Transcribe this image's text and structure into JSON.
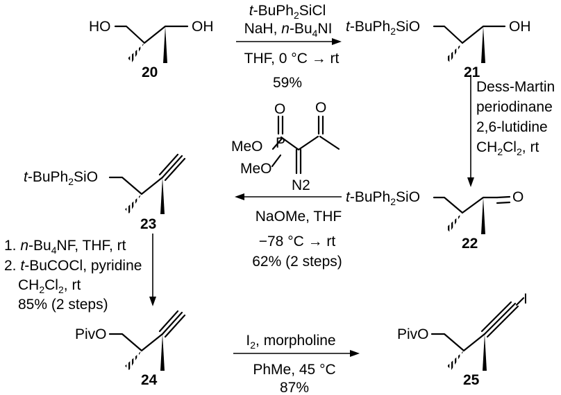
{
  "compounds": {
    "c20": {
      "number": "20",
      "left_group": "HO",
      "right_group": "OH"
    },
    "c21": {
      "number": "21",
      "left_group": "t-BuPh2SiO",
      "right_group": "OH"
    },
    "c22": {
      "number": "22",
      "left_group": "t-BuPh2SiO",
      "right_group": "O"
    },
    "c23": {
      "number": "23",
      "left_group": "t-BuPh2SiO"
    },
    "c24": {
      "number": "24",
      "left_group": "PivO"
    },
    "c25": {
      "number": "25",
      "left_group": "PivO",
      "terminal_atom": "I"
    }
  },
  "reagent_structure": {
    "phosphorus": "P",
    "oxo_on_p": "O",
    "methoxy_1": "MeO",
    "methoxy_2": "MeO",
    "ketone_oxygen": "O",
    "diazo": "N2"
  },
  "steps": {
    "step1": {
      "reagents_1": "t-BuPh2SiCl",
      "reagents_2": "NaH, n-Bu4NI",
      "conditions": "THF, 0 °C → rt",
      "yield": "59%"
    },
    "step2": {
      "line1": "Dess-Martin",
      "line2": "periodinane",
      "line3": "2,6-lutidine",
      "line4": "CH2Cl2, rt"
    },
    "step3": {
      "line1": "NaOMe, THF",
      "line2": "−78 °C → rt",
      "line3": "62% (2 steps)"
    },
    "step4": {
      "line1": "1. n-Bu4NF, THF, rt",
      "line2": "2. t-BuCOCl, pyridine",
      "line3": "CH2Cl2, rt",
      "line4": "85% (2 steps)"
    },
    "step5": {
      "line1": "I2, morpholine",
      "line2": "PhMe, 45 °C",
      "line3": "87%"
    }
  }
}
